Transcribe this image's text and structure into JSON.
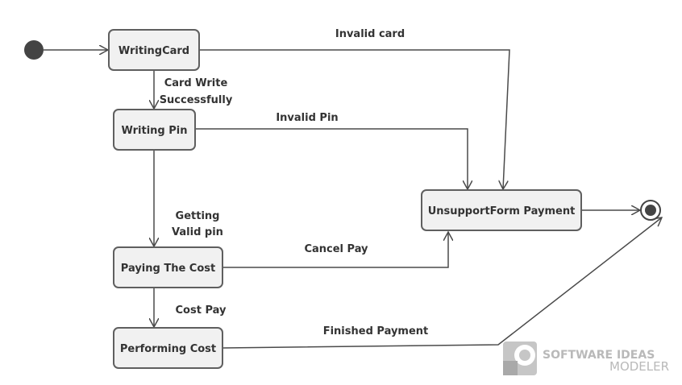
{
  "states": {
    "writing_card": "WritingCard",
    "writing_pin": "Writing Pin",
    "paying_cost": "Paying The Cost",
    "performing_cost": "Performing Cost",
    "unsupport_payment": "UnsupportForm Payment"
  },
  "transitions": {
    "invalid_card": "Invalid card",
    "card_write_line1": "Card Write",
    "card_write_line2": "Successfully",
    "invalid_pin": "Invalid Pin",
    "getting_valid_pin_line1": "Getting",
    "getting_valid_pin_line2": "Valid pin",
    "cancel_pay": "Cancel Pay",
    "cost_pay": "Cost Pay",
    "finished_payment": "Finished Payment"
  },
  "watermark": {
    "line1": "SOFTWARE IDEAS",
    "line2": "MODELER"
  },
  "colors": {
    "state_fill": "#f1f1f1",
    "state_border": "#5f5f5f",
    "edge": "#4a4a4a",
    "text": "#333333",
    "watermark": "#b9b9b9"
  }
}
